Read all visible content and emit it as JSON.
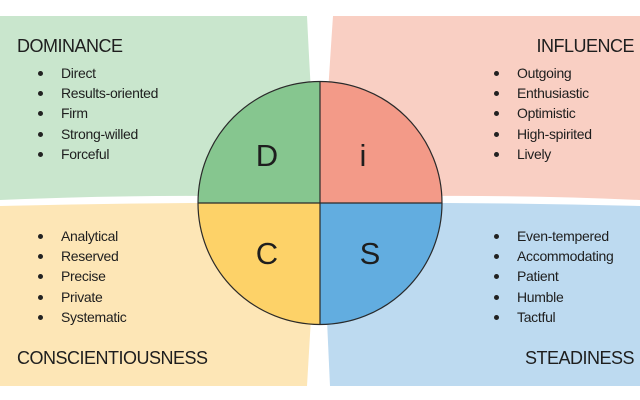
{
  "colors": {
    "dominance_bg": "#c9e6cd",
    "dominance_quadrant": "#86c68f",
    "influence_bg": "#f9cfc3",
    "influence_quadrant": "#f39a88",
    "conscientiousness_bg": "#fde6b6",
    "conscientiousness_quadrant": "#fdd268",
    "steadiness_bg": "#bddaf0",
    "steadiness_quadrant": "#62ade0"
  },
  "dominance": {
    "title": "DOMINANCE",
    "letter": "D",
    "traits": [
      "Direct",
      "Results-oriented",
      "Firm",
      "Strong-willed",
      "Forceful"
    ]
  },
  "influence": {
    "title": "INFLUENCE",
    "letter": "i",
    "traits": [
      "Outgoing",
      "Enthusiastic",
      "Optimistic",
      "High-spirited",
      "Lively"
    ]
  },
  "conscientiousness": {
    "title": "CONSCIENTIOUSNESS",
    "letter": "C",
    "traits": [
      "Analytical",
      "Reserved",
      "Precise",
      "Private",
      "Systematic"
    ]
  },
  "steadiness": {
    "title": "STEADINESS",
    "letter": "S",
    "traits": [
      "Even-tempered",
      "Accommodating",
      "Patient",
      "Humble",
      "Tactful"
    ]
  }
}
